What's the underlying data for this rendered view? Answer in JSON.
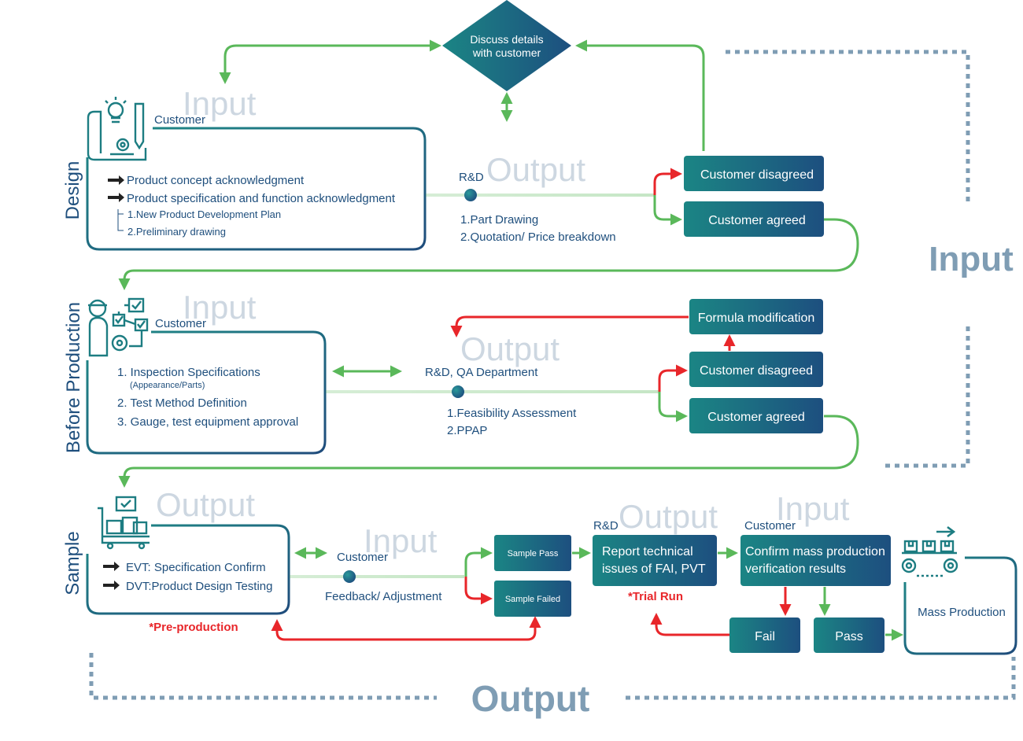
{
  "colors": {
    "green": "#5ab85a",
    "red": "#e8262a",
    "teal": "#1a7f80",
    "navy": "#1f4f7d",
    "watermark": "#cdd7e1",
    "dotted": "#7f9db4",
    "red_text": "#e8262a"
  },
  "top": {
    "discuss": [
      "Discuss details",
      "with customer"
    ]
  },
  "design": {
    "stage_label": "Design",
    "watermark_input": "Input",
    "customer": "Customer",
    "items": [
      "Product concept acknowledgment",
      "Product specification and function acknowledgment"
    ],
    "subitems": [
      "1.New Product Development Plan",
      "2.Preliminary drawing"
    ],
    "owner": "R&D",
    "watermark_output": "Output",
    "outputs": [
      "1.Part Drawing",
      "2.Quotation/ Price breakdown"
    ],
    "disagreed": "Customer disagreed",
    "agreed": "Customer agreed"
  },
  "before": {
    "stage_label": "Before Production",
    "watermark_input": "Input",
    "customer": "Customer",
    "items": [
      "1. Inspection Specifications",
      "2. Test Method Definition",
      "3. Gauge, test equipment approval"
    ],
    "item1_sub": "(Appearance/Parts)",
    "owner": "R&D, QA Department",
    "watermark_output": "Output",
    "outputs": [
      "1.Feasibility Assessment",
      "2.PPAP"
    ],
    "formula": "Formula modification",
    "disagreed": "Customer disagreed",
    "agreed": "Customer agreed"
  },
  "sample": {
    "stage_label": "Sample",
    "watermark_output": "Output",
    "items": [
      "EVT: Specification Confirm",
      "DVT:Product Design Testing"
    ],
    "preproduction": "*Pre-production",
    "customer": "Customer",
    "watermark_input": "Input",
    "feedback": "Feedback/ Adjustment",
    "sample_pass": "Sample Pass",
    "sample_failed": "Sample Failed",
    "rd": "R&D",
    "watermark_output2": "Output",
    "report": [
      "Report technical",
      "issues of FAI, PVT"
    ],
    "trial_run": "*Trial Run",
    "customer2": "Customer",
    "watermark_input2": "Input",
    "confirm": [
      "Confirm mass production",
      "verification results"
    ],
    "fail": "Fail",
    "pass": "Pass",
    "mass_production": "Mass Production"
  },
  "side": {
    "input": "Input",
    "output": "Output"
  }
}
